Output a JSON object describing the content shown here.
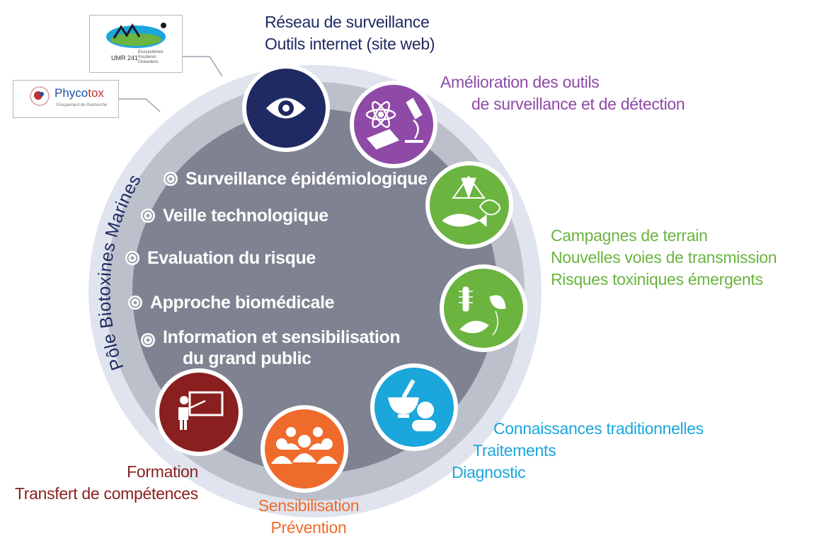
{
  "ring_title": "Pôle Biotoxines Marines",
  "bullets": [
    "Surveillance épidémiologique",
    "Veille technologique",
    "Evaluation du risque",
    "Approche biomédicale",
    [
      "Information et sensibilisation",
      "du grand public"
    ]
  ],
  "labels": {
    "surveillance": [
      "Réseau de surveillance",
      "Outils internet (site web)"
    ],
    "amelioration": [
      "Amélioration des outils",
      "de surveillance et de détection"
    ],
    "terrain": [
      "Campagnes de terrain",
      "Nouvelles voies de transmission",
      "Risques toxiniques émergents"
    ],
    "connaissances": [
      "Connaissances traditionnelles",
      "Traitements",
      "Diagnostic"
    ],
    "formation": [
      "Formation",
      "Transfert de compétences"
    ],
    "sensibilisation": [
      "Sensibilisation",
      "Prévention"
    ]
  },
  "logos": {
    "umr": {
      "code": "UMR 241",
      "text": [
        "Ecosystèmes",
        "Insulaires",
        "Océaniens"
      ]
    },
    "phycotox": {
      "name_a": "Phyco",
      "name_b": "tox",
      "tagline": "Groupement de Recherche"
    }
  },
  "icons": [
    "eye-icon",
    "science-lab-icon",
    "marine-species-icon",
    "microalgae-icon",
    "pharmacy-icon",
    "people-icon",
    "teacher-icon"
  ],
  "colors": {
    "navy": "#1f2a63",
    "purple": "#8e4aa6",
    "green": "#6ab43f",
    "blue": "#1ba6dc",
    "red": "#8a1f1f",
    "orange": "#ef6b2b",
    "center": "#7f8391",
    "ring_inner": "#bcc0ca",
    "ring_outer": "#dfe4ee"
  }
}
